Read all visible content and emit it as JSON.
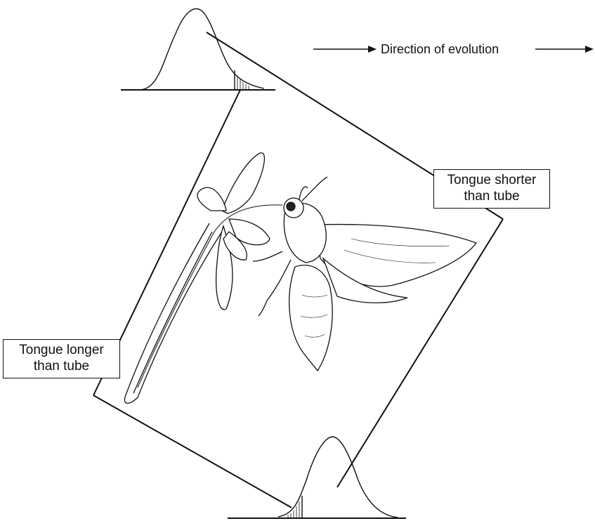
{
  "direction_label": "Direction of evolution",
  "label_shorter": [
    "Tongue shorter",
    "than tube"
  ],
  "label_longer": [
    "Tongue longer",
    "than tube"
  ],
  "colors": {
    "ink": "#111111",
    "background": "#ffffff"
  }
}
